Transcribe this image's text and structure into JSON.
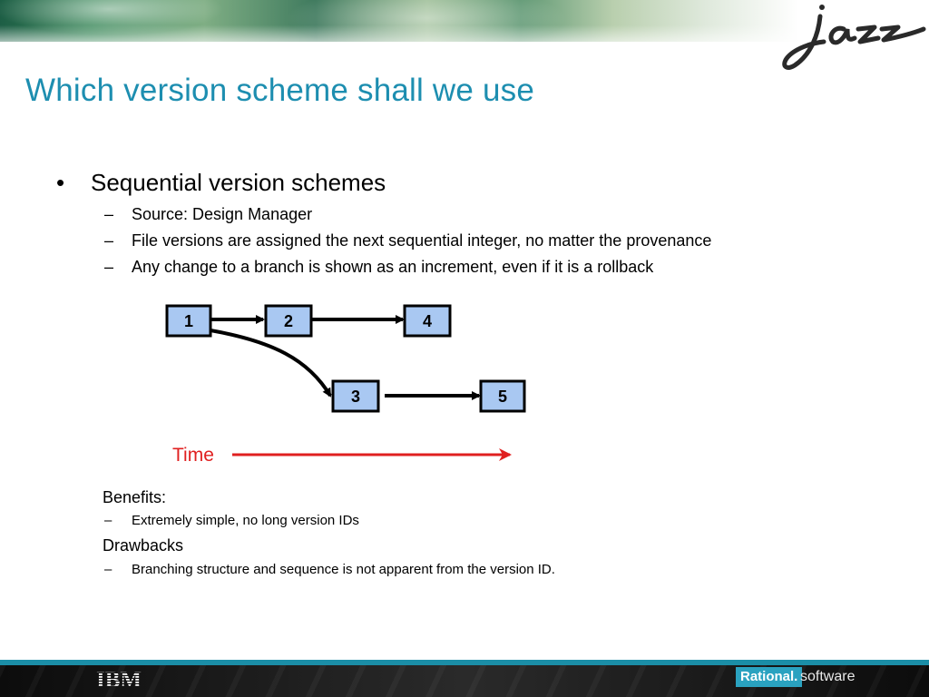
{
  "slide": {
    "title": "Which version scheme shall we use",
    "bullet": "Sequential version schemes",
    "bullet_marker": "•",
    "dash_marker": "–",
    "subpoints": [
      "Source: Design Manager",
      "File versions are assigned the next sequential integer, no matter the provenance",
      "Any change to a branch is shown as an increment, even if it is a rollback"
    ],
    "benefits_heading": "Benefits:",
    "benefits": [
      "Extremely simple, no long version IDs"
    ],
    "drawbacks_heading": "Drawbacks",
    "drawbacks": [
      "Branching structure and sequence is not apparent from the version ID."
    ]
  },
  "diagram": {
    "nodes": [
      "1",
      "2",
      "4",
      "3",
      "5"
    ],
    "time_label": "Time",
    "node_fill": "#a9c8f2",
    "time_color": "#e02020"
  },
  "footer": {
    "ibm_logo": "IBM",
    "rational_label": "Rational.",
    "software_label": "software",
    "accent": "#1b8ea7"
  },
  "logo": {
    "name": "jazz-logo"
  }
}
